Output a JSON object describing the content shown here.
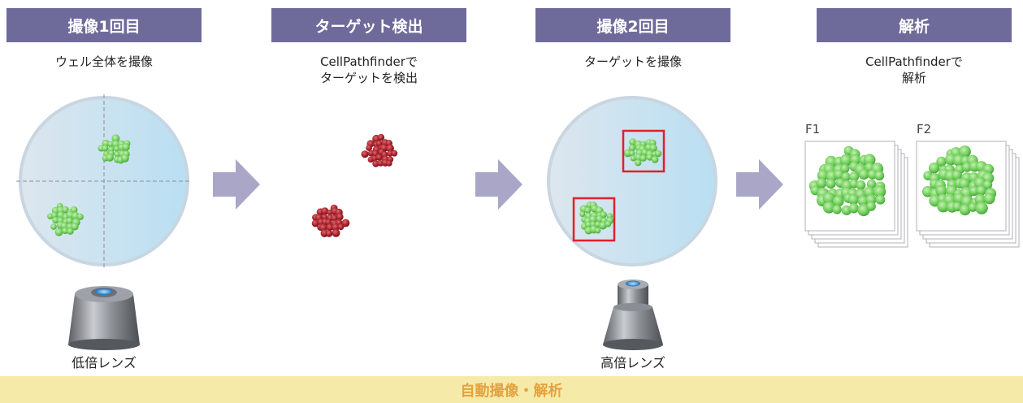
{
  "steps": [
    {
      "header": "撮像1回目",
      "subtitle": [
        "ウェル全体を撮像"
      ]
    },
    {
      "header": "ターゲット検出",
      "subtitle": [
        "CellPathfinderで",
        "ターゲットを検出"
      ]
    },
    {
      "header": "撮像2回目",
      "subtitle": [
        "ターゲットを撮像"
      ]
    },
    {
      "header": "解析",
      "subtitle": [
        "CellPathfinderで",
        "解析"
      ]
    }
  ],
  "lenses": {
    "low": "低倍レンズ",
    "high": "高倍レンズ"
  },
  "panels": {
    "f1": "F1",
    "f2": "F2"
  },
  "banner": "自動撮像・解析",
  "colors": {
    "header_bg": "#6e6a9a",
    "arrow": "#aaa6c8",
    "well": "#cde6f3",
    "green_cell": "#6fcf5a",
    "red_cell": "#a51f2a",
    "target_box": "#e0202a",
    "banner_bg": "#f6eaa9",
    "banner_text": "#e3a23e"
  }
}
